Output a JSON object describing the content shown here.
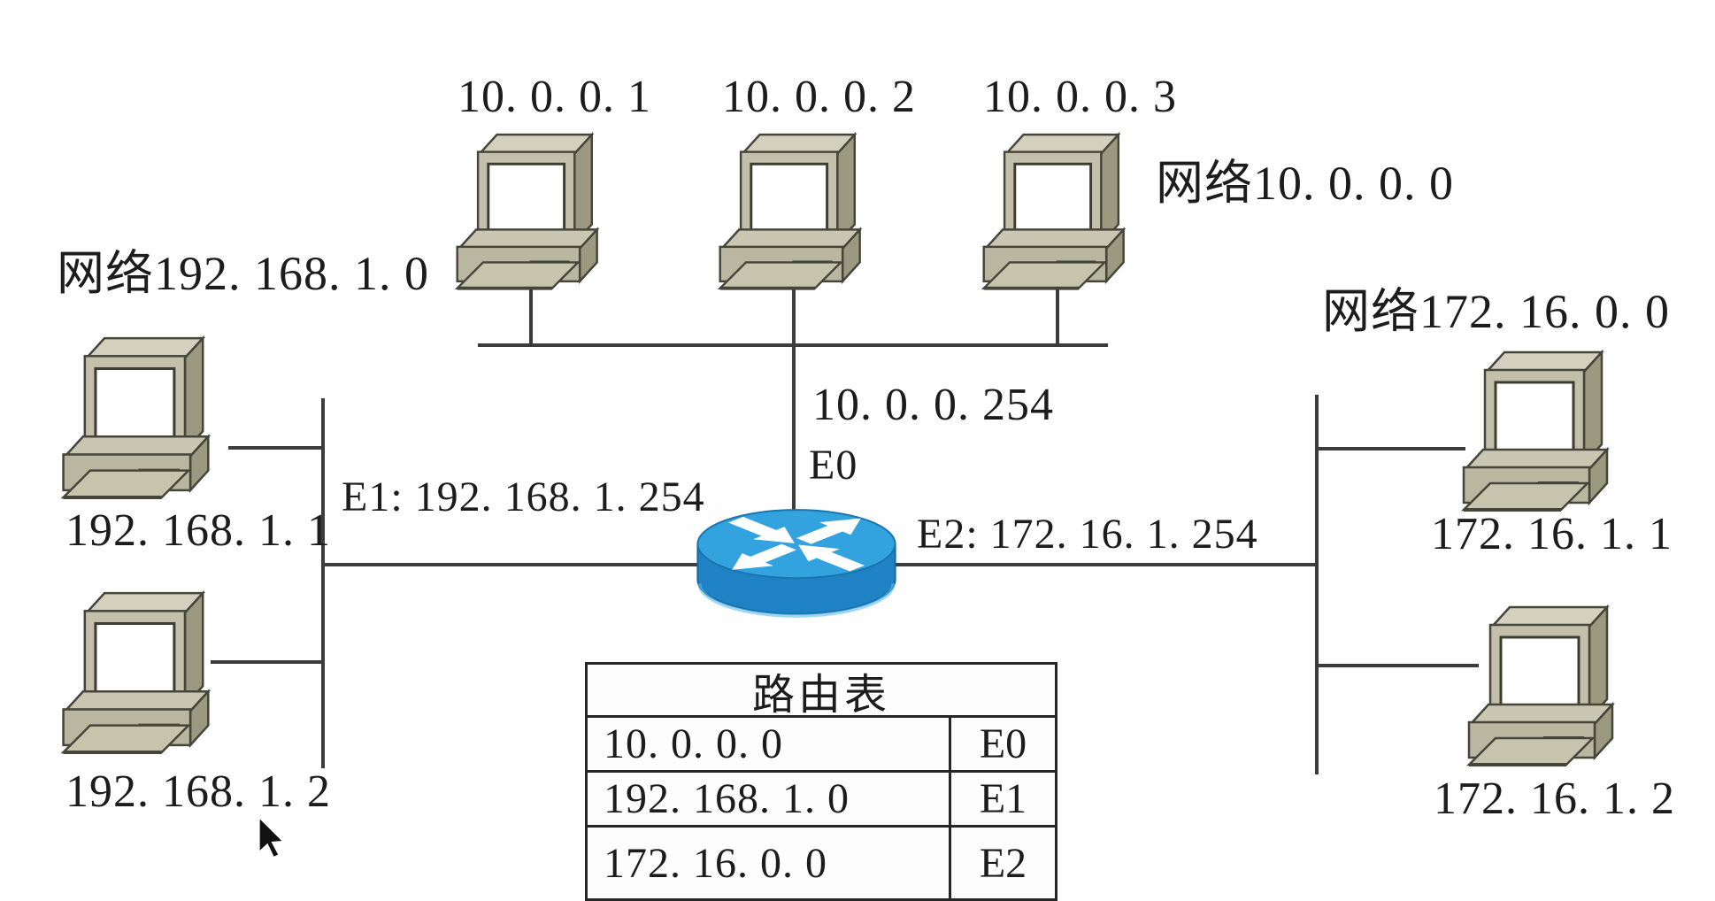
{
  "hosts": {
    "pc_top_1": "10. 0. 0. 1",
    "pc_top_2": "10. 0. 0. 2",
    "pc_top_3": "10. 0. 0. 3",
    "pc_left_1": "192. 168. 1. 1",
    "pc_left_2": "192. 168. 1. 2",
    "pc_right_1": "172. 16. 1. 1",
    "pc_right_2": "172. 16. 1. 2"
  },
  "networks": {
    "top": "网络10. 0. 0. 0",
    "left": "网络192. 168. 1. 0",
    "right": "网络172. 16. 0. 0"
  },
  "router": {
    "e0_ip": "10. 0. 0. 254",
    "e0": "E0",
    "e1": "E1:  192. 168. 1. 254",
    "e2": "E2:  172. 16. 1. 254"
  },
  "routing_table": {
    "title": "路由表",
    "rows": [
      {
        "destination": "10. 0. 0. 0",
        "interface": "E0"
      },
      {
        "destination": "192. 168. 1. 0",
        "interface": "E1"
      },
      {
        "destination": "172. 16. 0. 0",
        "interface": "E2"
      }
    ]
  },
  "colors": {
    "line": "#3c3c3c",
    "router_top": "#33a3e0",
    "router_body": "#1f82c4",
    "pc_front": "#c2c0aa",
    "pc_side": "#9b997f",
    "pc_top_face": "#d3d1bd",
    "table_border": "#262626",
    "text": "#1c1c1c"
  }
}
